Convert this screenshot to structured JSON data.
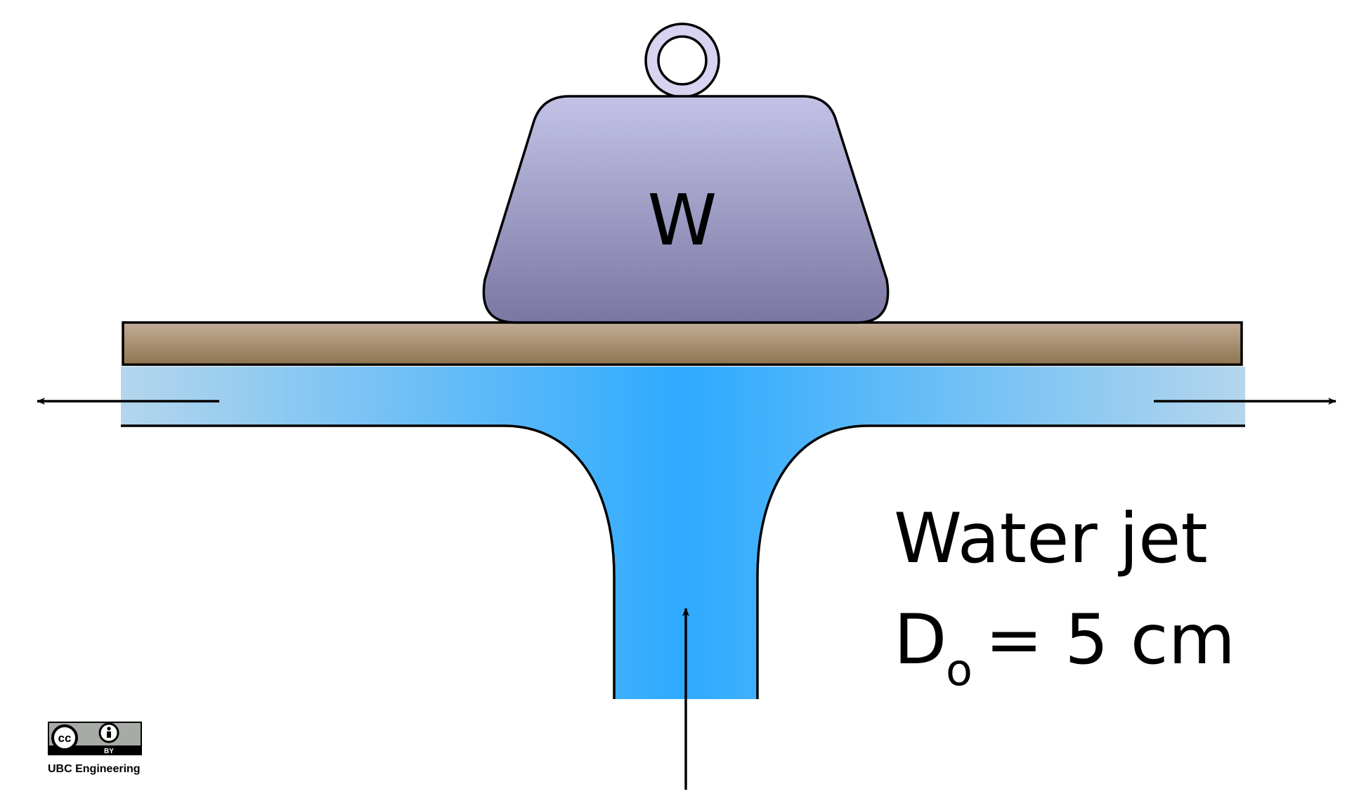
{
  "weight": {
    "label": "W",
    "fill_top": "#c3c2e6",
    "fill_bottom": "#7a78a3",
    "ring_fill": "#d6d4f0"
  },
  "plate": {
    "fill_top": "#c4ad98",
    "fill_bottom": "#8e7450"
  },
  "jet": {
    "title": "Water jet",
    "diameter_symbol": "D",
    "diameter_subscript": "o",
    "diameter_value": "= 5 cm",
    "center_color": "#2eaaff",
    "edge_color": "#b4d6ec"
  },
  "license": {
    "cc_text": "cc",
    "by_text": "BY",
    "attribution": "UBC Engineering"
  },
  "icons": {
    "weight_ring": "ring-icon",
    "arrows": "arrow-icon",
    "license": "cc-by-icon"
  }
}
